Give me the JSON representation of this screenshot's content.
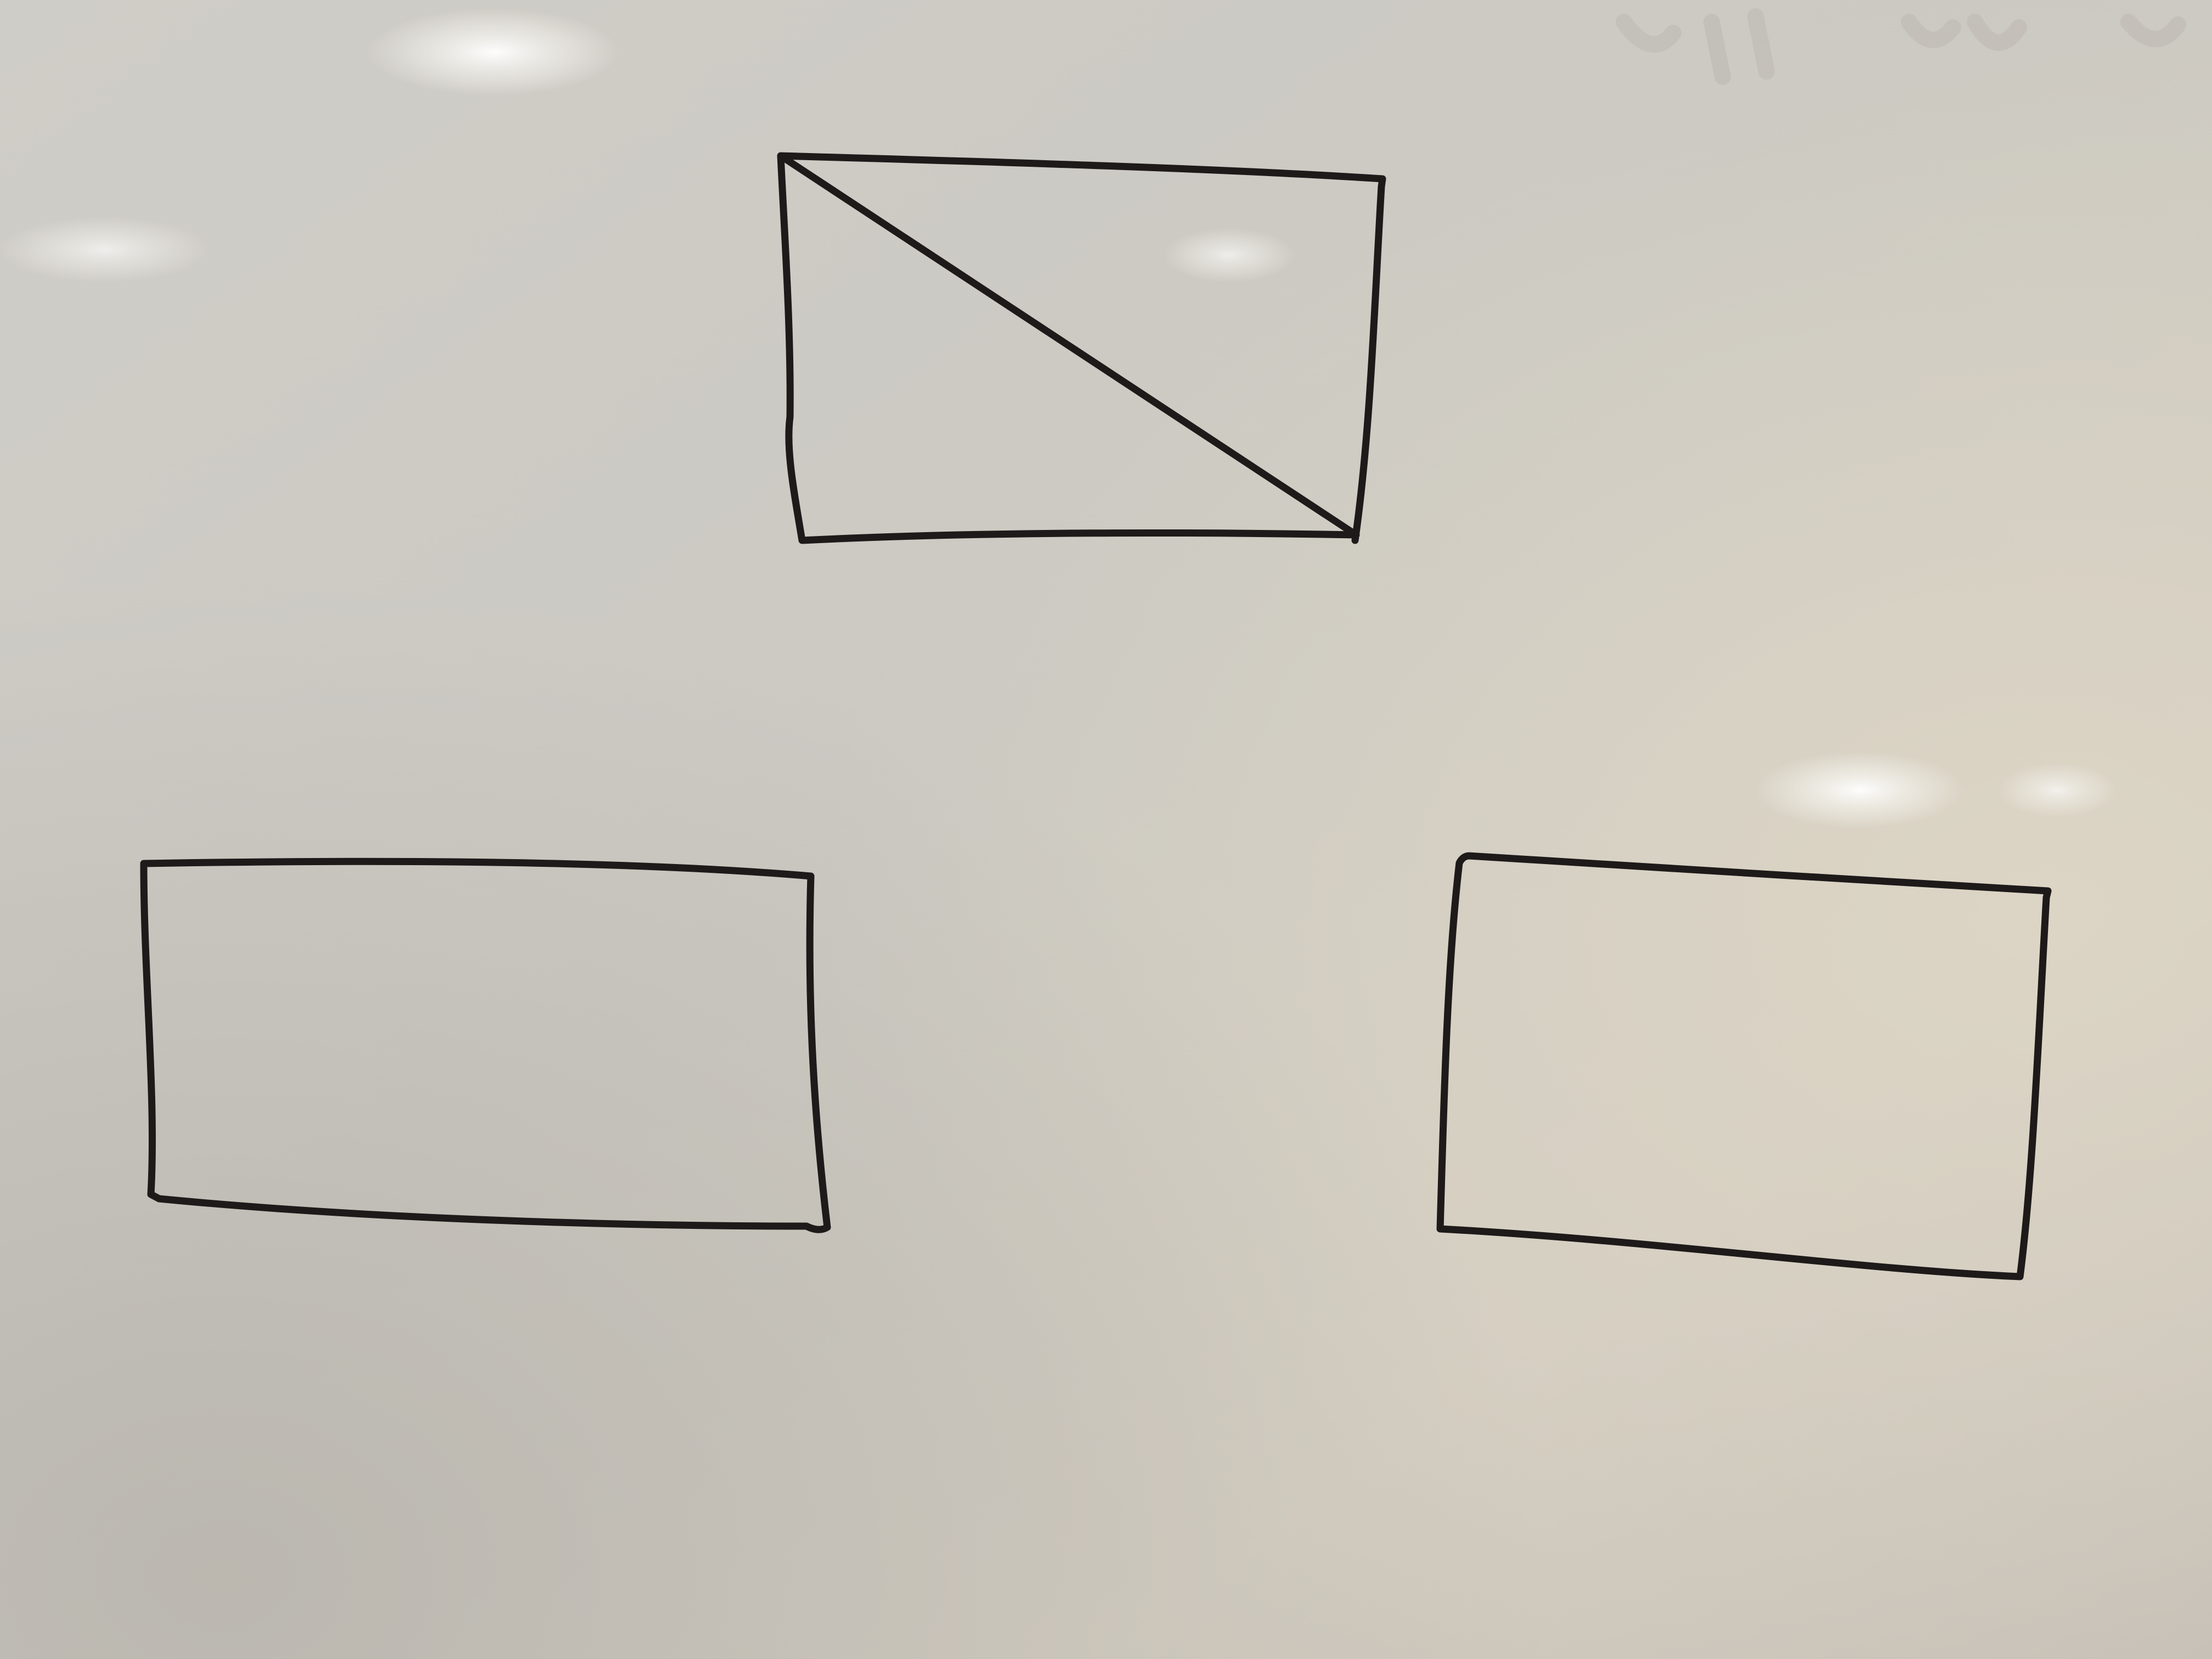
{
  "colors": {
    "board_light": "#d6d4ce",
    "board_mid": "#c6c3bc",
    "board_warm": "#d3cdbf",
    "board_dark": "#b9b6af",
    "marker": "#1e1a1a",
    "glare": "#f4f2ec"
  },
  "diagram": {
    "kind": "hand-drawn boxes on a whiteboard",
    "boxes": [
      {
        "id": "top-box",
        "label": ""
      },
      {
        "id": "bottom-left-box",
        "label": ""
      },
      {
        "id": "bottom-right-box",
        "label": ""
      }
    ],
    "text_on_board": ""
  }
}
